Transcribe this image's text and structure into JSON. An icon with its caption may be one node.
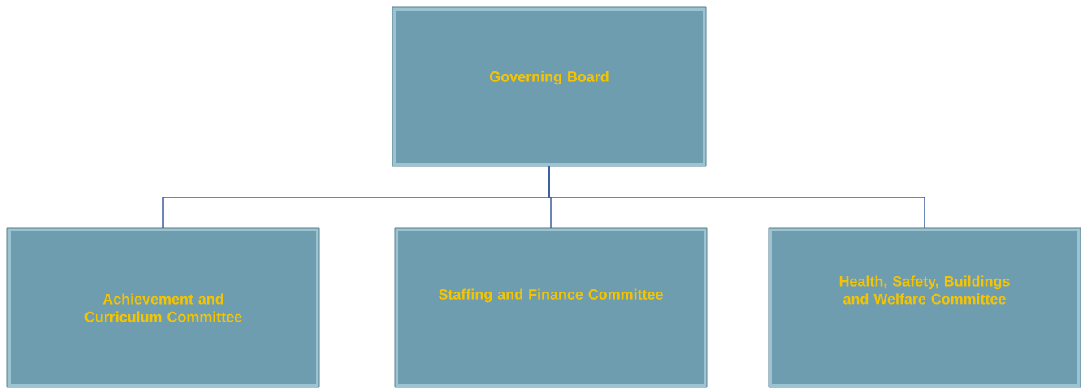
{
  "diagram": {
    "nodes": [
      {
        "text": [
          "Governing Board"
        ]
      },
      {
        "text": [
          "Achievement and Curriculum Committee"
        ]
      },
      {
        "text": [
          "Staffing and Finance Committee"
        ]
      },
      {
        "text": [
          "Health, Safety, Buildings and Welfare Committee"
        ]
      }
    ],
    "edges": [
      {
        "from": 0,
        "to": 1,
        "arrow": "none"
      },
      {
        "from": 0,
        "to": 2,
        "arrow": "none"
      },
      {
        "from": 0,
        "to": 3,
        "arrow": "none"
      }
    ]
  }
}
